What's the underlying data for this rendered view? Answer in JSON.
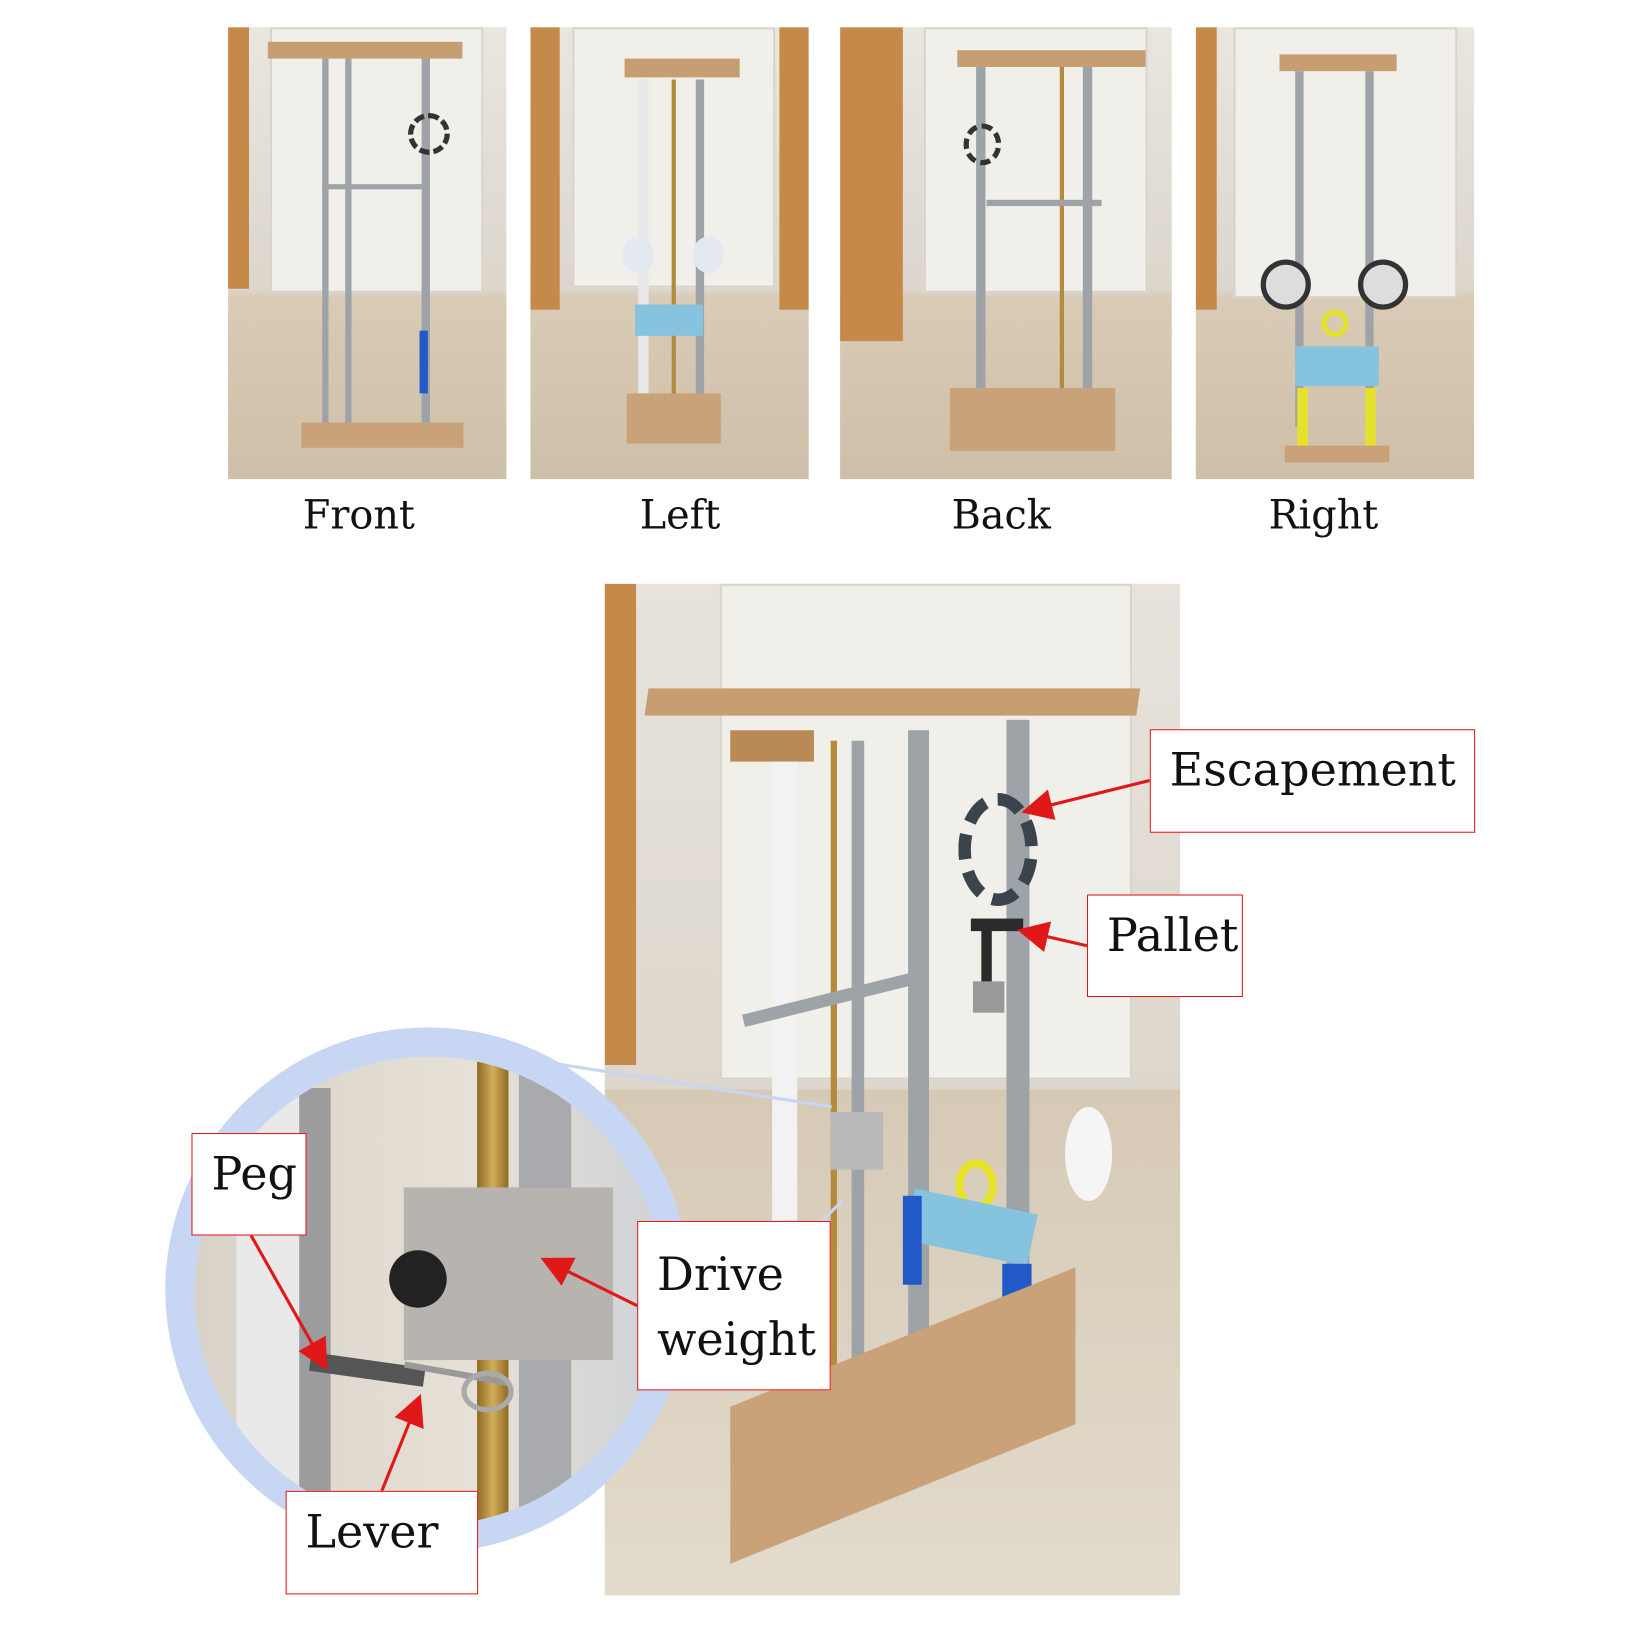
{
  "views": [
    {
      "label": "Front"
    },
    {
      "label": "Left"
    },
    {
      "label": "Back"
    },
    {
      "label": "Right"
    }
  ],
  "callouts": {
    "escapement": "Escapement",
    "pallet": "Pallet",
    "drive_weight_line1": "Drive",
    "drive_weight_line2": "weight",
    "peg": "Peg",
    "lever": "Lever"
  },
  "colors": {
    "arrow": "#e01818",
    "magnifier": "#c7d6f3"
  }
}
